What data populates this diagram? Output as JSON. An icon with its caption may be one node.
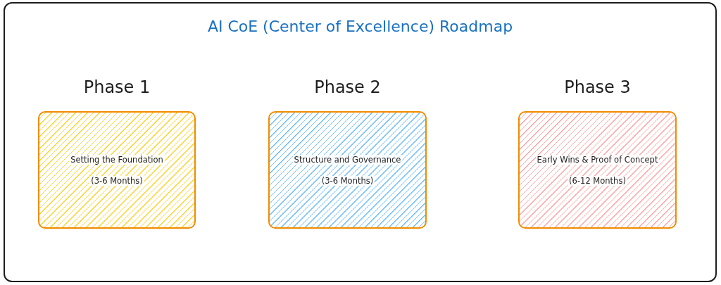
{
  "diagram": {
    "title": "AI CoE (Center of Excellence) Roadmap",
    "nodes": [
      {
        "text": [],
        "shape": "box"
      },
      {
        "text": [
          "Phase 1",
          "Setting the Foundation",
          "(3-6 Months)"
        ],
        "in": 0
      },
      {
        "text": [
          "Phase 2",
          "Structure and Governance",
          "(3-6 Months)"
        ],
        "in": 0
      },
      {
        "text": [
          "Phase 3",
          "Early Wins & Proof of Concept",
          "(6-12 Months)"
        ],
        "in": 0
      }
    ]
  }
}
